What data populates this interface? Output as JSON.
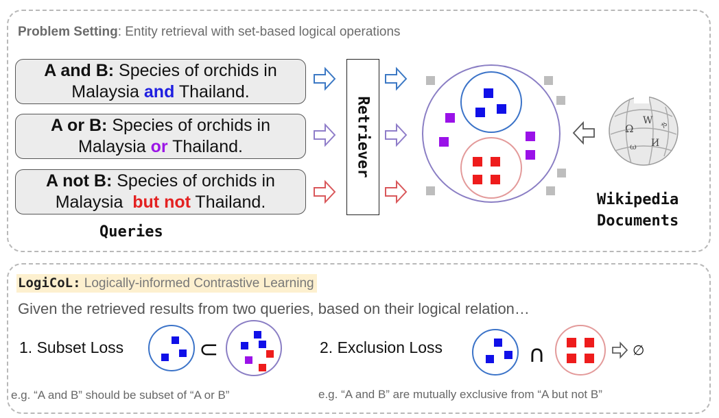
{
  "problem_setting": {
    "label": "Problem Setting",
    "description": ": Entity retrieval with set-based logical operations"
  },
  "queries": [
    {
      "prefix": "A and B:",
      "line1_rest": " Species of orchids in",
      "line2_before": "Malaysia ",
      "keyword": "and",
      "line2_after": " Thailand."
    },
    {
      "prefix": "A or B:",
      "line1_rest": " Species of orchids in",
      "line2_before": "Malaysia ",
      "keyword": "or",
      "line2_after": " Thailand."
    },
    {
      "prefix": "A not B:",
      "line1_rest": " Species of orchids in",
      "line2_before": "Malaysia  ",
      "keyword": "but not",
      "line2_after": " Thailand."
    }
  ],
  "queries_label": "Queries",
  "retriever_label": "Retriever",
  "wikipedia": {
    "line1": "Wikipedia",
    "line2": "Documents"
  },
  "logicol": {
    "name": "LogiCoL:",
    "description": " Logically-informed Contrastive Learning"
  },
  "given_text": "Given the retrieved results from two queries, based on their logical relation…",
  "subset_loss": {
    "label": "1. Subset Loss",
    "symbol": "⊂",
    "example": "e.g. “A and B” should be subset of “A or B”"
  },
  "exclusion_loss": {
    "label": "2. Exclusion Loss",
    "symbol": "∩",
    "result_symbol": "∅",
    "example": "e.g. “A and B” are mutually exclusive from  “A but not B”"
  },
  "colors": {
    "and": "#1f1fe0",
    "or": "#9b16e6",
    "not": "#e32222",
    "arrow_blue": "#3b78c4",
    "arrow_purple": "#8f7dc9",
    "arrow_red": "#d9575a",
    "circle_blue": "#3b73c8",
    "circle_purple": "#8a7ec4",
    "circle_red": "#e39a9a",
    "doc_gray": "#bdbdbd",
    "highlight": "#fdf0cf"
  },
  "icons": [
    "right-arrow-icon",
    "left-arrow-icon",
    "wikipedia-globe-icon",
    "document-square-icon"
  ]
}
